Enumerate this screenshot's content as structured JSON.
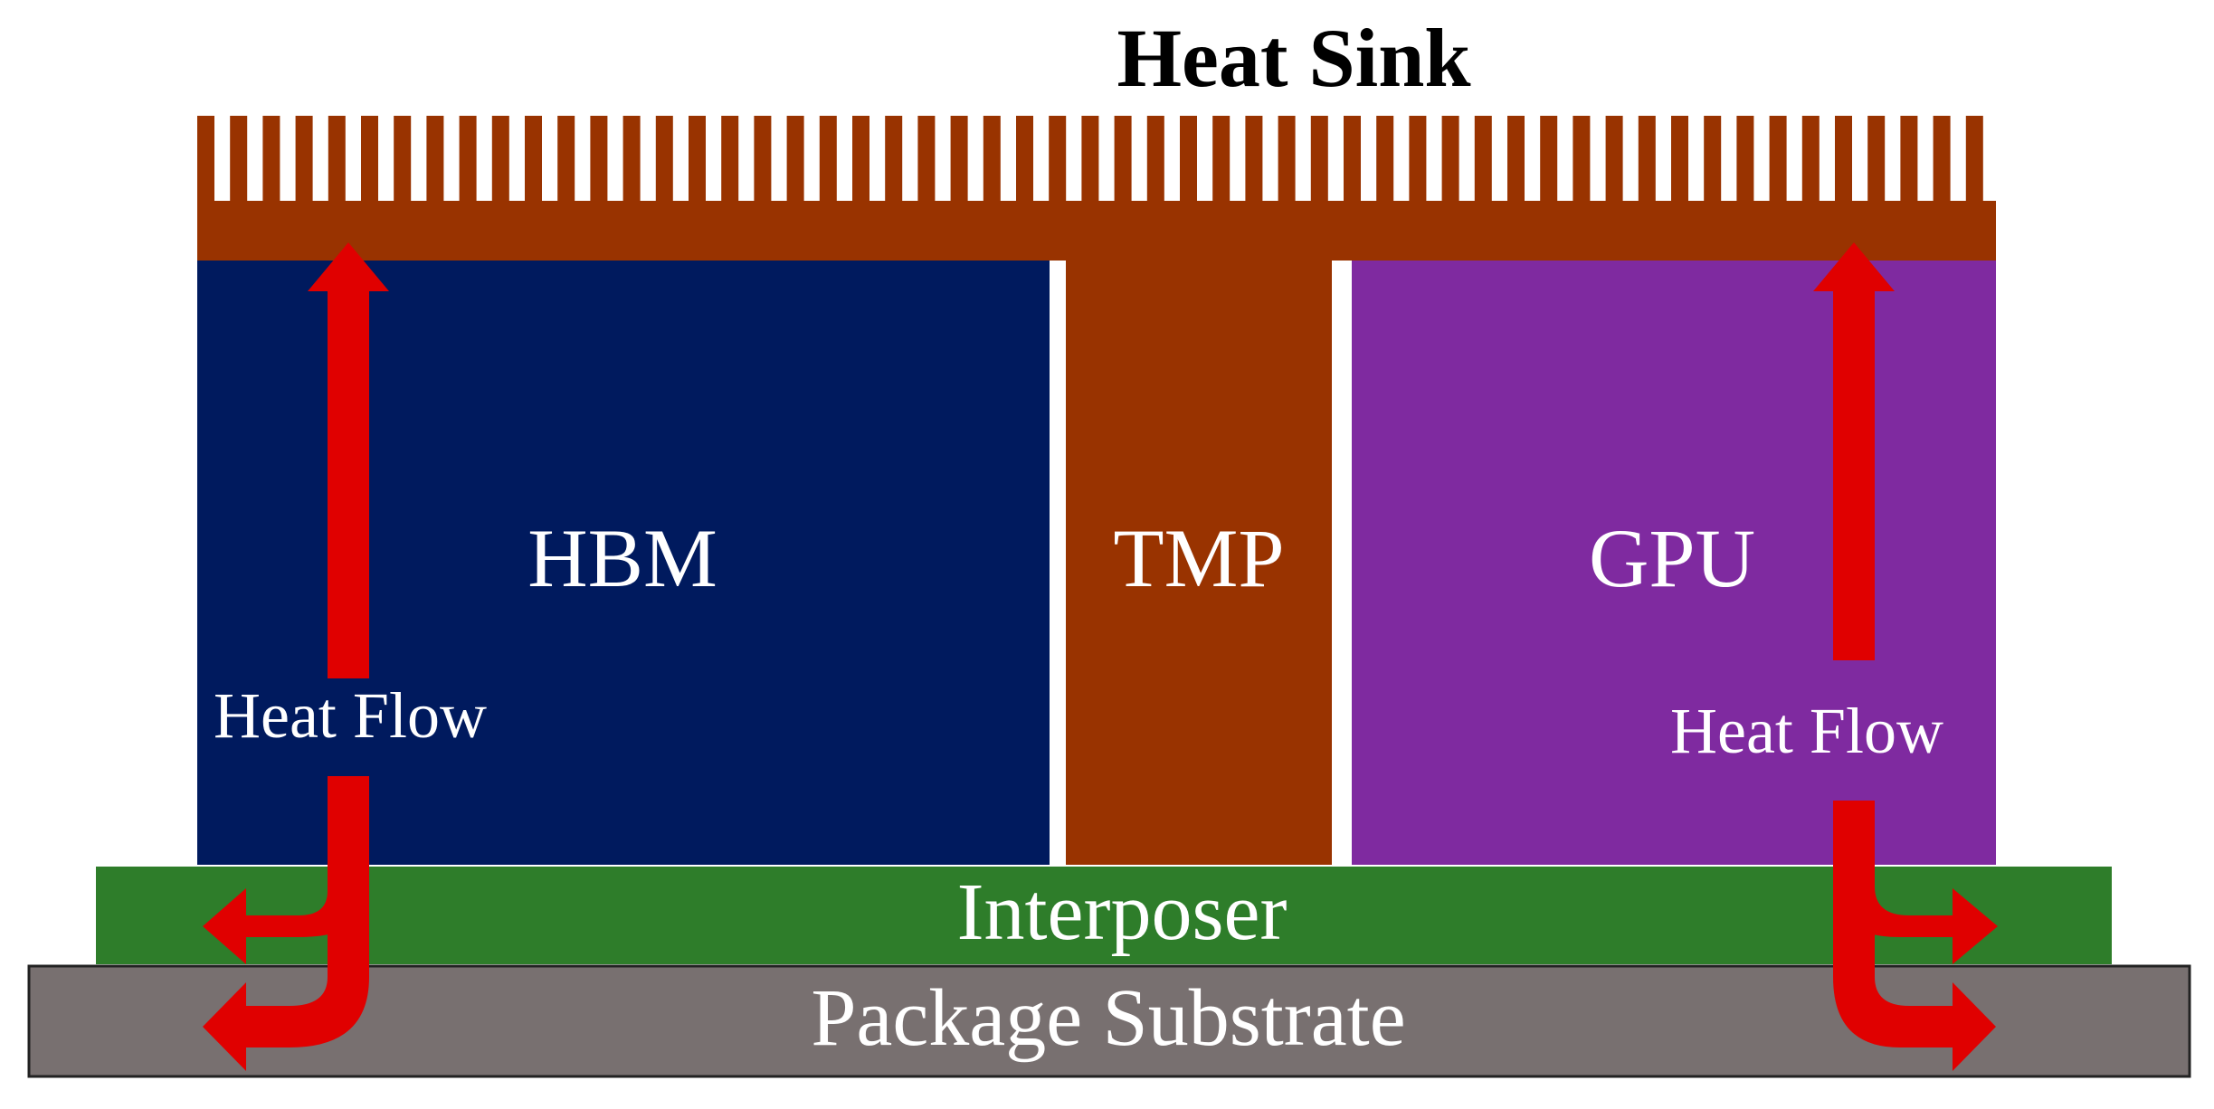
{
  "diagram": {
    "title": "Heat Sink",
    "blocks": {
      "hbm": "HBM",
      "tmp": "TMP",
      "gpu": "GPU",
      "interposer": "Interposer",
      "substrate": "Package Substrate"
    },
    "heat_flow_left": "Heat Flow",
    "heat_flow_right": "Heat Flow",
    "colors": {
      "heat_sink": "#993300",
      "hbm": "#001a5e",
      "tmp": "#993300",
      "gpu": "#7f2aa0",
      "interposer": "#2e7d2a",
      "substrate": "#787070",
      "arrow": "#e00000",
      "label": "#ffffff",
      "title": "#000000"
    }
  }
}
